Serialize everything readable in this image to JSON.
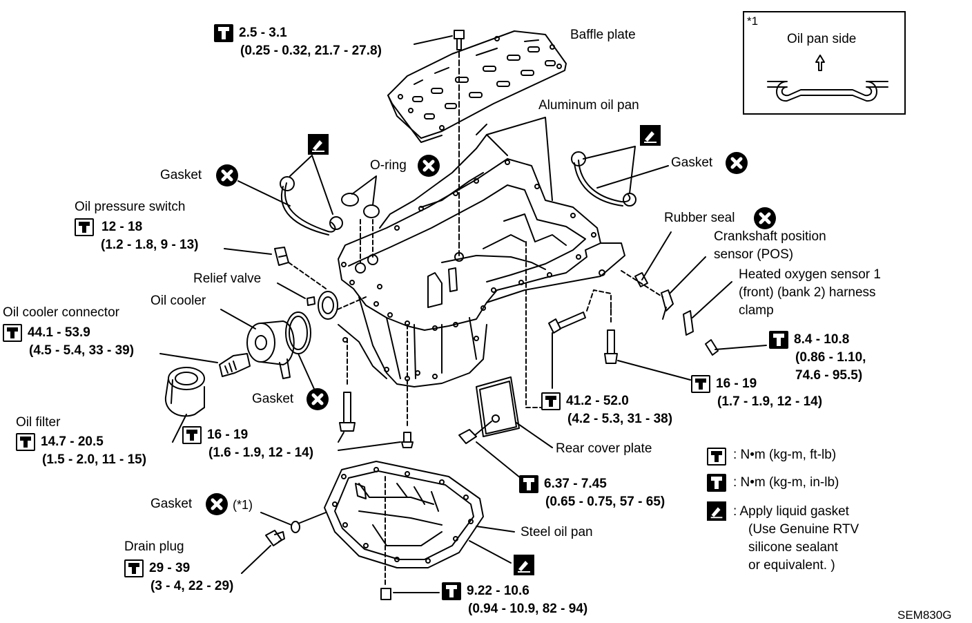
{
  "inset": {
    "ref": "*1",
    "caption": "Oil pan side"
  },
  "parts": {
    "baffle_plate": "Baffle plate",
    "aluminum_oil_pan": "Aluminum oil pan",
    "gasket": "Gasket",
    "o_ring": "O-ring",
    "oil_pressure_switch": "Oil pressure switch",
    "rubber_seal": "Rubber seal",
    "crankshaft_sensor": [
      "Crankshaft position",
      "sensor (POS)"
    ],
    "oxygen_sensor": [
      "Heated oxygen sensor 1",
      "(front) (bank 2) harness",
      "clamp"
    ],
    "relief_valve": "Relief valve",
    "oil_cooler": "Oil cooler",
    "oil_cooler_connector": "Oil cooler connector",
    "oil_filter": "Oil filter",
    "rear_cover_plate": "Rear cover plate",
    "steel_oil_pan": "Steel oil pan",
    "drain_plug": "Drain plug",
    "asterisk_ref": "(*1)"
  },
  "torques": {
    "baffle": {
      "value": "2.5 - 3.1",
      "sub": "(0.25 - 0.32, 21.7 - 27.8)"
    },
    "oil_pressure_switch": {
      "value": "12 - 18",
      "sub": "(1.2 - 1.8, 9 - 13)"
    },
    "oil_cooler_connector": {
      "value": "44.1 - 53.9",
      "sub": "(4.5 - 5.4, 33 - 39)"
    },
    "oil_filter": {
      "value": "14.7 - 20.5",
      "sub": "(1.5 - 2.0, 11 - 15)"
    },
    "front_bolt": {
      "value": "16 - 19",
      "sub": "(1.6 - 1.9, 12 - 14)"
    },
    "drain_plug": {
      "value": "29 - 39",
      "sub": "(3 - 4, 22 - 29)"
    },
    "steel_pan_bolt": {
      "value": "9.22 - 10.6",
      "sub": "(0.94 - 10.9, 82 - 94)"
    },
    "rear_cover": {
      "value": "6.37 - 7.45",
      "sub": "(0.65 - 0.75, 57 - 65)"
    },
    "center_bolt": {
      "value": "41.2 - 52.0",
      "sub": "(4.2 - 5.3, 31 - 38)"
    },
    "right_bolt": {
      "value": "16 - 19",
      "sub": "(1.7 - 1.9, 12 - 14)"
    },
    "sensor_bolt": {
      "value": "8.4 - 10.8",
      "sub1": "(0.86 - 1.10,",
      "sub2": "74.6 - 95.5)"
    }
  },
  "legend": {
    "ftlb": ":  N•m  (kg-m, ft-lb)",
    "inlb": ":  N•m  (kg-m, in-lb)",
    "liquid_gasket": [
      ":  Apply liquid gasket",
      "(Use Genuine RTV",
      "silicone sealant",
      "or equivalent. )"
    ]
  },
  "ref_code": "SEM830G"
}
